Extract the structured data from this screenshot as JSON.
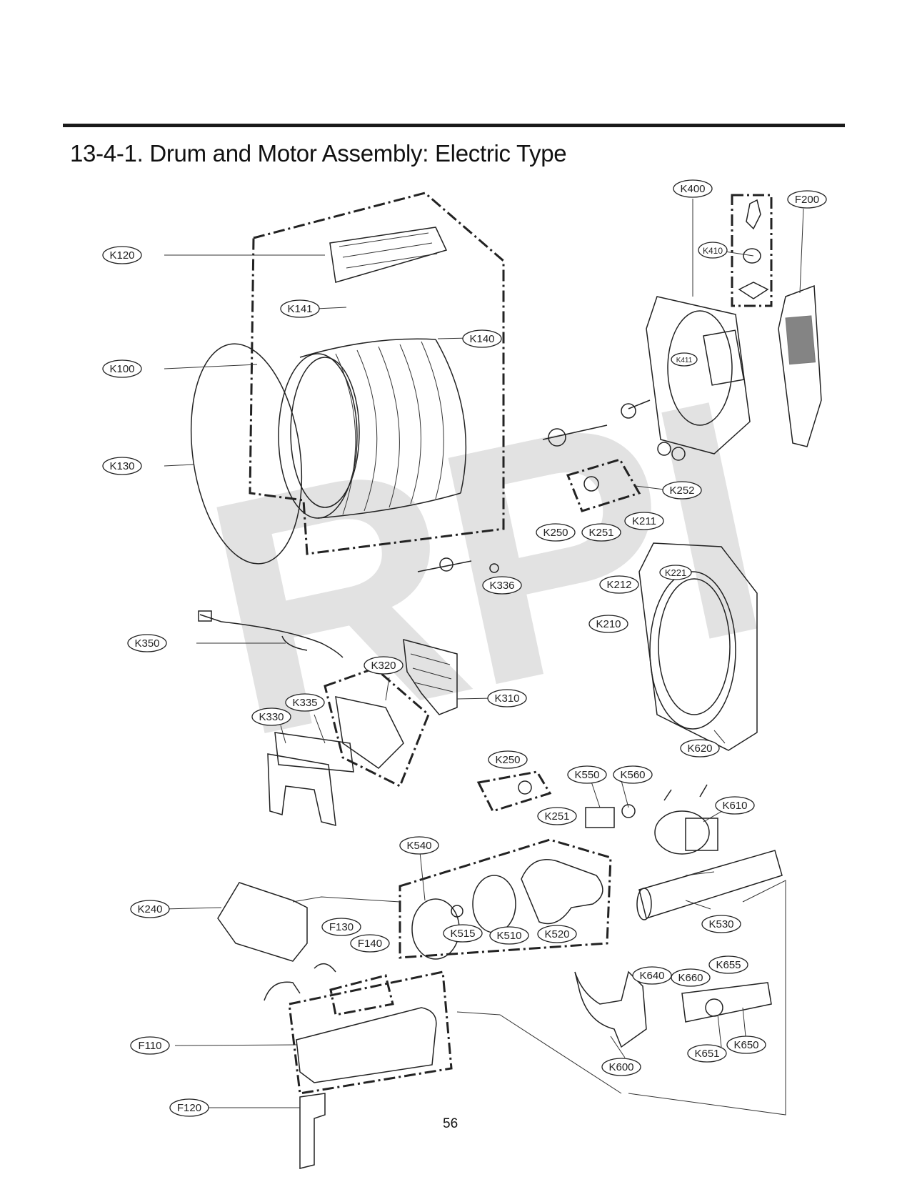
{
  "page": {
    "title": "13-4-1. Drum and Motor Assembly: Electric Type",
    "page_number": "56",
    "watermark": "RPI"
  },
  "callouts": [
    "K400",
    "F200",
    "K410",
    "K120",
    "K141",
    "K140",
    "K100",
    "K411",
    "K130",
    "K252",
    "K250",
    "K251",
    "K211",
    "K336",
    "K212",
    "K221",
    "K210",
    "K350",
    "K320",
    "K310",
    "K335",
    "K330",
    "K620",
    "K250",
    "K550",
    "K560",
    "K610",
    "K251",
    "K540",
    "K240",
    "K515",
    "K510",
    "K520",
    "K530",
    "F130",
    "F140",
    "K640",
    "K660",
    "K655",
    "F110",
    "K600",
    "K651",
    "K650",
    "F120"
  ]
}
